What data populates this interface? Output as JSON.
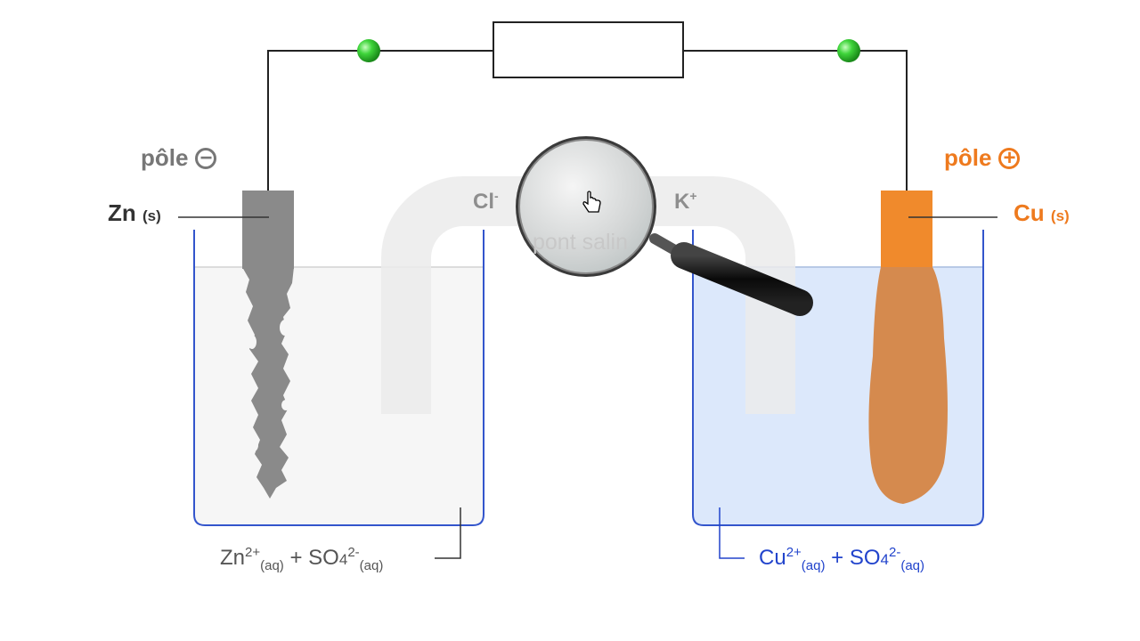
{
  "left_cell": {
    "pole_label": "pôle",
    "pole_sign": "−",
    "electrode_symbol": "Zn",
    "electrode_state": "(s)",
    "solution": {
      "ion1": "Zn",
      "ion1_charge": "2+",
      "ion1_state": "(aq)",
      "plus": "+",
      "ion2": "SO",
      "ion2_sub": "4",
      "ion2_charge": "2-",
      "ion2_state": "(aq)"
    }
  },
  "right_cell": {
    "pole_label": "pôle",
    "pole_sign": "+",
    "electrode_symbol": "Cu",
    "electrode_state": "(s)",
    "solution": {
      "ion1": "Cu",
      "ion1_charge": "2+",
      "ion1_state": "(aq)",
      "plus": "+",
      "ion2": "SO",
      "ion2_sub": "4",
      "ion2_charge": "2-",
      "ion2_state": "(aq)"
    }
  },
  "salt_bridge": {
    "label": "pont salin",
    "anion": "Cl",
    "anion_charge": "-",
    "cation": "K",
    "cation_charge": "+"
  },
  "colors": {
    "zinc": "#8a8a8a",
    "copper_electrode": "#f08a2c",
    "copper_deposit": "#d58a4e",
    "left_solution": "#f6f6f6",
    "right_solution": "#dce8fb",
    "beaker_outline": "#3355cc",
    "wire": "#222222",
    "connector": "#33cc33",
    "left_text": "#777777",
    "right_text": "#ee7a1e",
    "blue_text": "#2244cc"
  },
  "icons": {
    "magnifier": "magnifier-icon",
    "cursor": "hand-cursor-icon"
  }
}
